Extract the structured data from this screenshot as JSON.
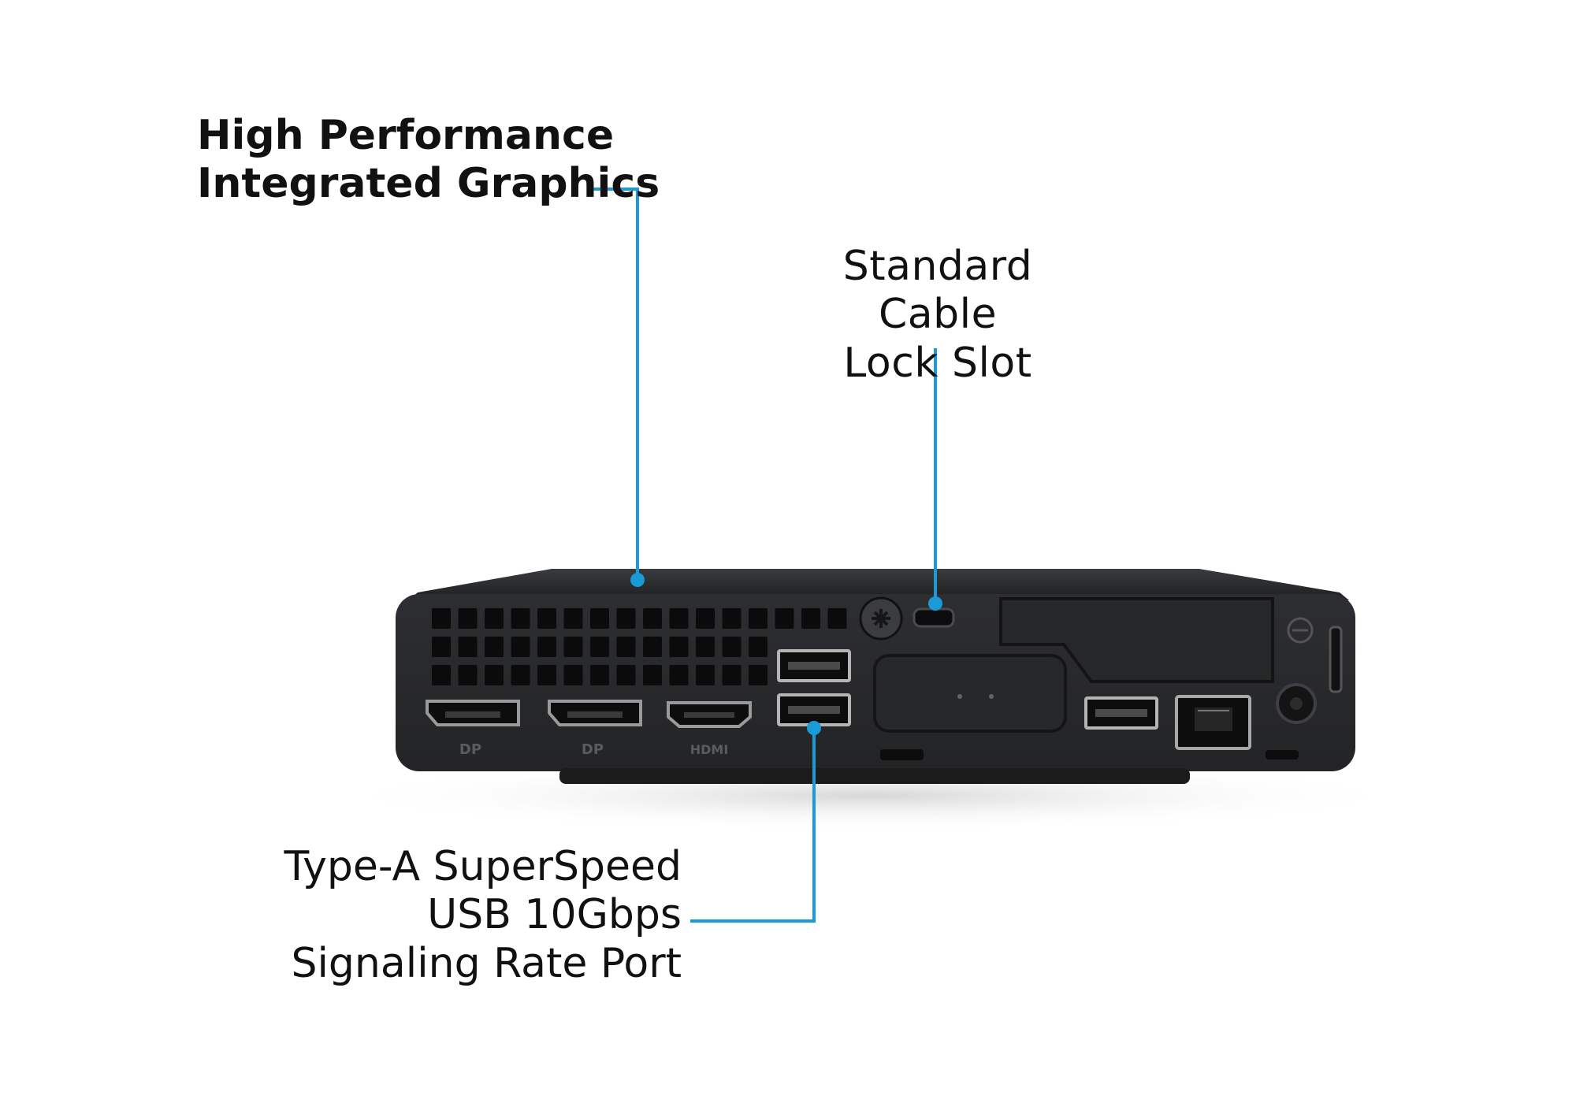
{
  "callouts": {
    "graphics": {
      "lines": [
        "High Performance",
        "Integrated Graphics"
      ]
    },
    "lock": {
      "lines": [
        "Standard Cable",
        "Lock Slot"
      ]
    },
    "usb": {
      "lines": [
        "Type-A SuperSpeed",
        "USB 10Gbps",
        "Signaling Rate Port"
      ]
    }
  },
  "port_labels": {
    "dp1": "DP",
    "dp2": "DP",
    "hdmi": "HDMI"
  },
  "colors": {
    "leader_line": "#1a9ad6",
    "chassis": "#2a2b2d",
    "chassis_top": "#1e1f21",
    "port": "#0e0e0f",
    "text": "#111111"
  }
}
